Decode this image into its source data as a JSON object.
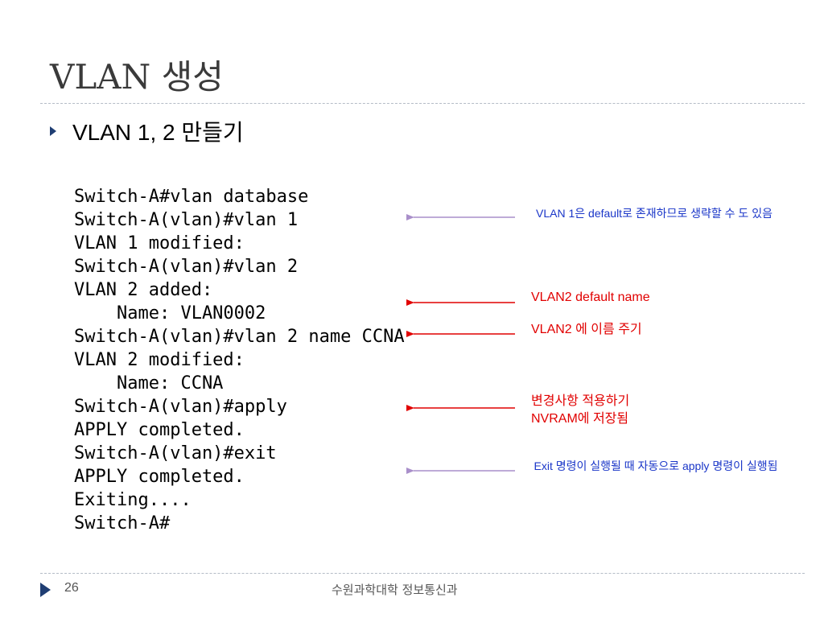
{
  "slide": {
    "title": "VLAN 생성",
    "bullet": "VLAN 1, 2 만들기",
    "terminal_lines": [
      "Switch-A#vlan database",
      "Switch-A(vlan)#vlan 1",
      "VLAN 1 modified:",
      "Switch-A(vlan)#vlan 2",
      "VLAN 2 added:",
      "    Name: VLAN0002",
      "Switch-A(vlan)#vlan 2 name CCNA",
      "VLAN 2 modified:",
      "    Name: CCNA",
      "Switch-A(vlan)#apply",
      "APPLY completed.",
      "Switch-A(vlan)#exit",
      "APPLY completed.",
      "Exiting....",
      "Switch-A#"
    ],
    "annotations": {
      "vlan1_note": "VLAN 1은 default로 존재하므로 생략할 수 도 있음",
      "default_name_note": "VLAN2 default name",
      "rename_note": "VLAN2 에 이름 주기",
      "apply_note_line1": "변경사항 적용하기",
      "apply_note_line2": "NVRAM에 저장됨",
      "exit_note": "Exit 명령이 실행될 때 자동으로 apply 명령이 실행됨"
    },
    "footer": {
      "page_number": "26",
      "department": "수원과학대학 정보통신과"
    },
    "colors": {
      "title": "#3a3a3a",
      "bullet_icon": "#1f3e73",
      "note_blue": "#1a36c8",
      "note_red": "#e10000",
      "arrow_purple": "#a98fca",
      "arrow_red": "#e10000",
      "divider": "#b4bcc6"
    },
    "icons": {
      "bullet": "triangle-right-icon",
      "footer_nav": "triangle-right-icon"
    }
  }
}
